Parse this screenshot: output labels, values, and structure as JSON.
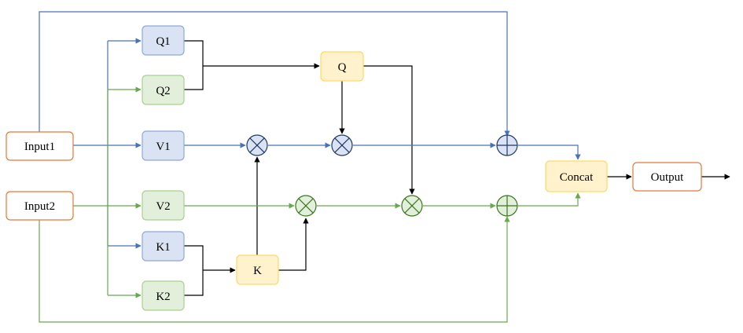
{
  "nodes": {
    "input1": "Input1",
    "input2": "Input2",
    "q1": "Q1",
    "q2": "Q2",
    "v1": "V1",
    "v2": "V2",
    "k1": "K1",
    "k2": "K2",
    "q": "Q",
    "k": "K",
    "concat": "Concat",
    "output": "Output"
  },
  "colors": {
    "blue_line": "#4a72b8",
    "green_line": "#6aa84f",
    "black_line": "#000000",
    "blue_fill": "#dae3f3",
    "blue_stroke": "#8ea9db",
    "green_fill": "#e2efda",
    "green_stroke": "#a9d18e",
    "yellow_fill": "#fff2cc",
    "yellow_stroke": "#ffd966",
    "orange_stroke": "#e07b39"
  }
}
